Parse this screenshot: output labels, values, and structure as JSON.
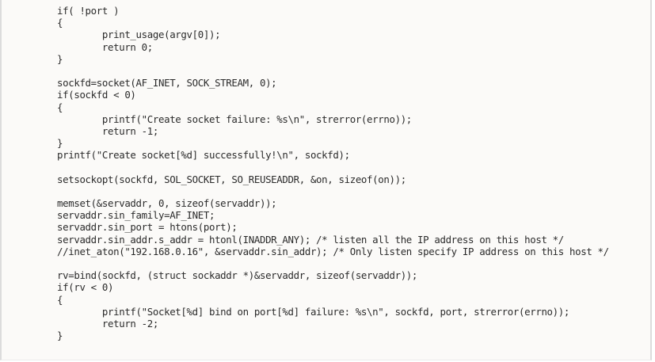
{
  "code_block": {
    "language": "c",
    "lines": [
      "if( !port )",
      "{",
      "        print_usage(argv[0]);",
      "        return 0;",
      "}",
      "",
      "sockfd=socket(AF_INET, SOCK_STREAM, 0);",
      "if(sockfd < 0)",
      "{",
      "        printf(\"Create socket failure: %s\\n\", strerror(errno));",
      "        return -1;",
      "}",
      "printf(\"Create socket[%d] successfully!\\n\", sockfd);",
      "",
      "setsockopt(sockfd, SOL_SOCKET, SO_REUSEADDR, &on, sizeof(on));",
      "",
      "memset(&servaddr, 0, sizeof(servaddr));",
      "servaddr.sin_family=AF_INET;",
      "servaddr.sin_port = htons(port);",
      "servaddr.sin_addr.s_addr = htonl(INADDR_ANY); /* listen all the IP address on this host */",
      "//inet_aton(\"192.168.0.16\", &servaddr.sin_addr); /* Only listen specify IP address on this host */",
      "",
      "rv=bind(sockfd, (struct sockaddr *)&servaddr, sizeof(servaddr));",
      "if(rv < 0)",
      "{",
      "        printf(\"Socket[%d] bind on port[%d] failure: %s\\n\", sockfd, port, strerror(errno));",
      "        return -2;",
      "}"
    ]
  },
  "colors": {
    "background": "#fbfaf8",
    "text": "#2b2b2b",
    "border": "#dcdcdc"
  }
}
